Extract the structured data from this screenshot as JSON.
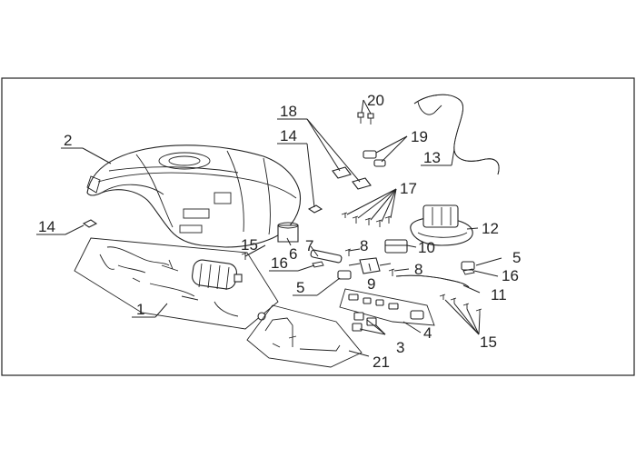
{
  "labels": {
    "l1": "1",
    "l2": "2",
    "l3": "3",
    "l4": "4",
    "l5a": "5",
    "l5b": "5",
    "l6": "6",
    "l7": "7",
    "l8a": "8",
    "l8b": "8",
    "l9": "9",
    "l10": "10",
    "l11": "11",
    "l12": "12",
    "l13": "13",
    "l14a": "14",
    "l14b": "14",
    "l15a": "15",
    "l15b": "15",
    "l16a": "16",
    "l16b": "16",
    "l17": "17",
    "l18": "18",
    "l19": "19",
    "l20": "20",
    "l21": "21"
  }
}
